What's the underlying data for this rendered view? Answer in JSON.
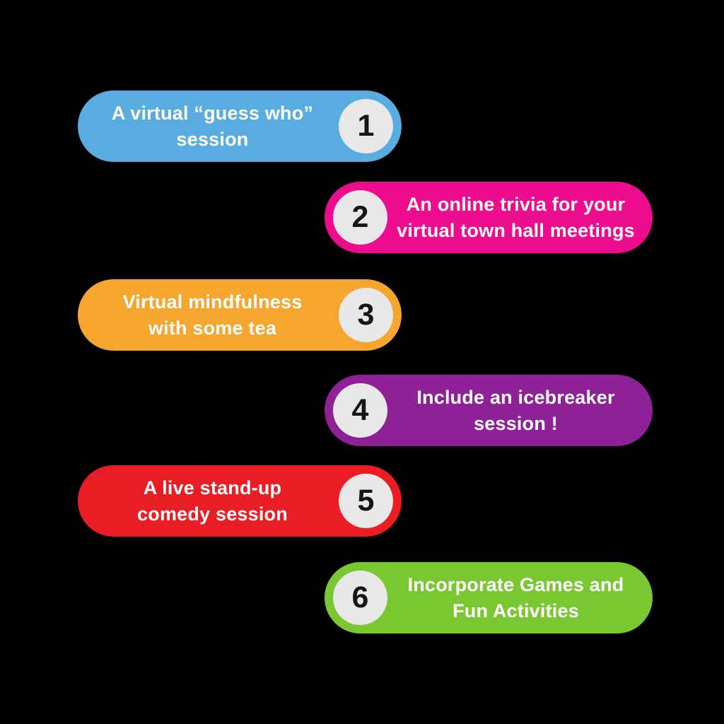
{
  "page": {
    "background": "#000000",
    "description": "Six-step infographic of virtual team activity ideas"
  },
  "badge": {
    "background": "#E8E8E8",
    "number_color": "#161616"
  },
  "items": [
    {
      "number": "1",
      "side": "left",
      "color": "#58ACDF",
      "lines": [
        "A virtual “guess who”",
        "session"
      ]
    },
    {
      "number": "2",
      "side": "right",
      "color": "#EC0C8D",
      "lines": [
        "An online trivia for your",
        "virtual town hall meetings"
      ]
    },
    {
      "number": "3",
      "side": "left",
      "color": "#F5A62E",
      "lines": [
        "Virtual mindfulness",
        "with some tea"
      ]
    },
    {
      "number": "4",
      "side": "right",
      "color": "#8E2195",
      "lines": [
        "Include an icebreaker",
        "session !"
      ]
    },
    {
      "number": "5",
      "side": "left",
      "color": "#EA1D25",
      "lines": [
        "A live stand-up",
        "comedy session"
      ]
    },
    {
      "number": "6",
      "side": "right",
      "color": "#79C832",
      "lines": [
        "Incorporate Games and",
        "Fun Activities"
      ]
    }
  ]
}
